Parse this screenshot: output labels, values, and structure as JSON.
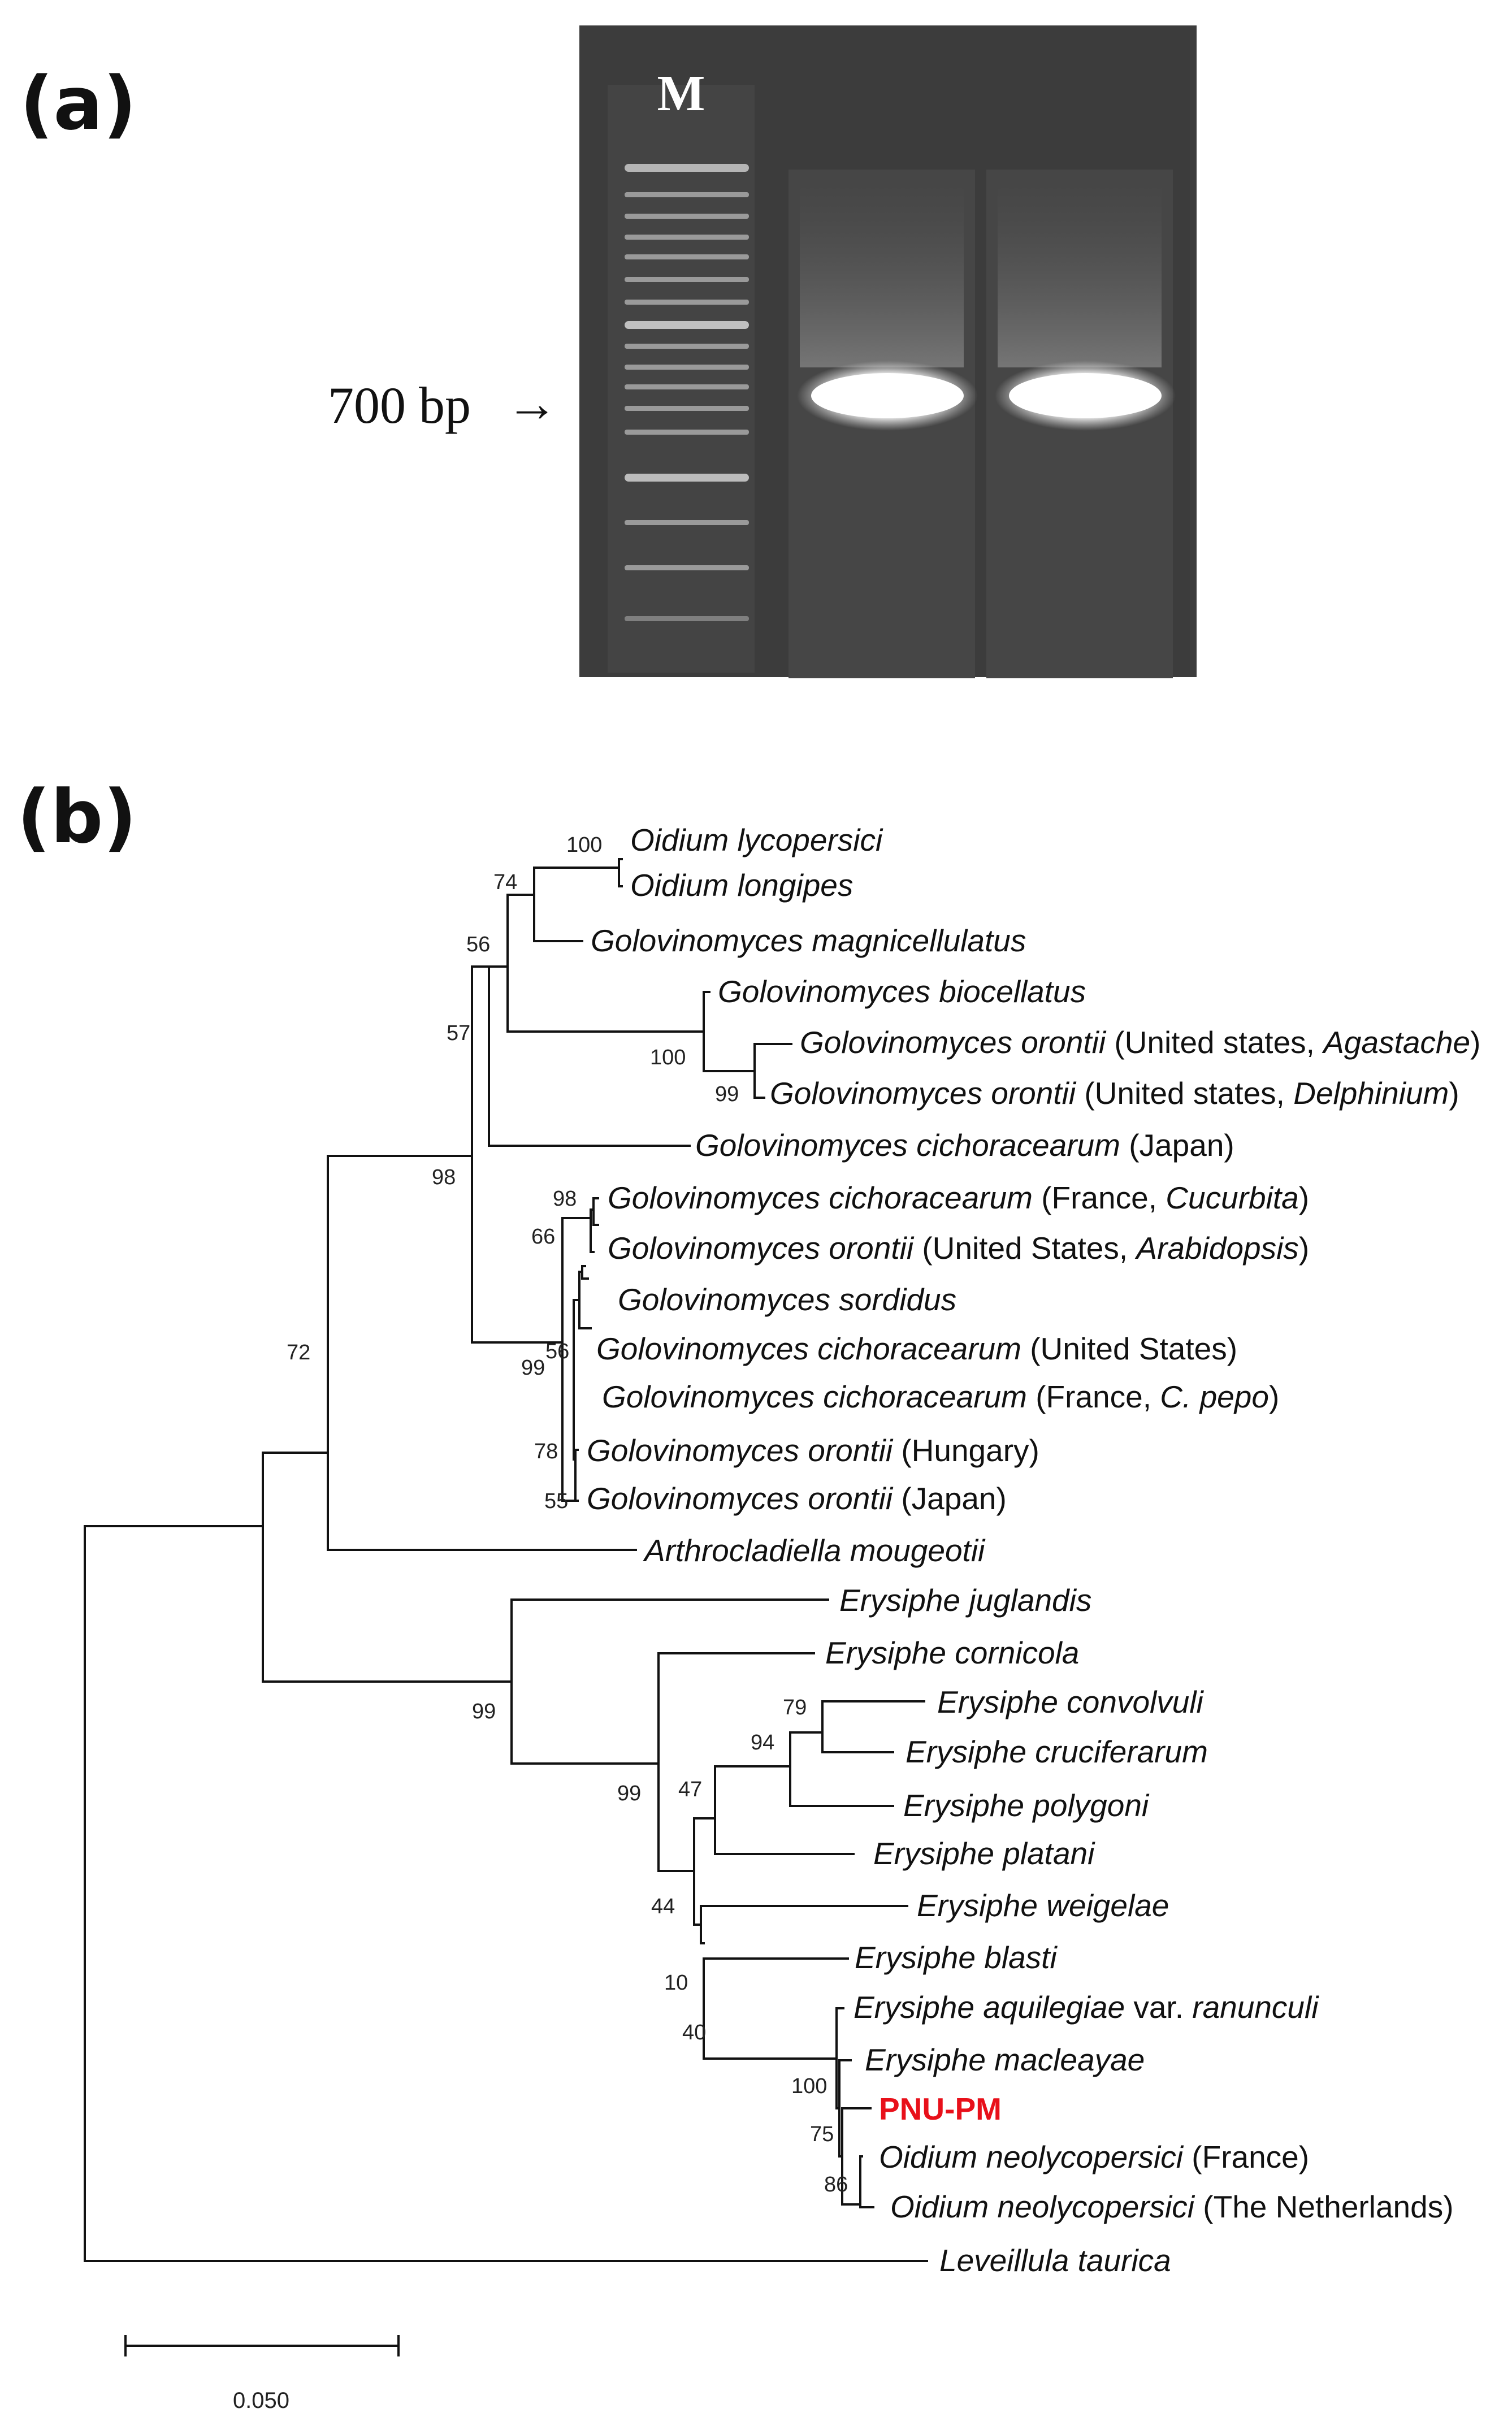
{
  "panel_a": {
    "label": "(a)",
    "marker_lane_label": "M",
    "size_marker_label": "700 bp",
    "arrow_glyph": "→"
  },
  "panel_b": {
    "label": "(b)",
    "scale_label": "0.050",
    "highlight_color": "#e8101a",
    "taxa": [
      {
        "id": "t1",
        "parts": [
          {
            "text": "Oidium lycopersici",
            "italic": true
          }
        ]
      },
      {
        "id": "t2",
        "parts": [
          {
            "text": "Oidium longipes",
            "italic": true
          }
        ]
      },
      {
        "id": "t3",
        "parts": [
          {
            "text": "Golovinomyces magnicellulatus",
            "italic": true
          }
        ]
      },
      {
        "id": "t4",
        "parts": [
          {
            "text": "Golovinomyces biocellatus",
            "italic": true
          }
        ]
      },
      {
        "id": "t5",
        "parts": [
          {
            "text": "Golovinomyces orontii",
            "italic": true
          },
          {
            "text": " (United states, ",
            "italic": false
          },
          {
            "text": "Agastache",
            "italic": true
          },
          {
            "text": ")",
            "italic": false
          }
        ]
      },
      {
        "id": "t6",
        "parts": [
          {
            "text": "Golovinomyces orontii",
            "italic": true
          },
          {
            "text": " (United states, ",
            "italic": false
          },
          {
            "text": "Delphinium",
            "italic": true
          },
          {
            "text": ")",
            "italic": false
          }
        ]
      },
      {
        "id": "t7",
        "parts": [
          {
            "text": "Golovinomyces cichoracearum",
            "italic": true
          },
          {
            "text": " (Japan)",
            "italic": false
          }
        ]
      },
      {
        "id": "t8",
        "parts": [
          {
            "text": "Golovinomyces cichoracearum",
            "italic": true
          },
          {
            "text": " (France, ",
            "italic": false
          },
          {
            "text": "Cucurbita",
            "italic": true
          },
          {
            "text": ")",
            "italic": false
          }
        ]
      },
      {
        "id": "t9",
        "parts": [
          {
            "text": "Golovinomyces orontii",
            "italic": true
          },
          {
            "text": " (United States, ",
            "italic": false
          },
          {
            "text": "Arabidopsis",
            "italic": true
          },
          {
            "text": ")",
            "italic": false
          }
        ]
      },
      {
        "id": "t10",
        "parts": [
          {
            "text": "Golovinomyces sordidus",
            "italic": true
          }
        ]
      },
      {
        "id": "t11",
        "parts": [
          {
            "text": "Golovinomyces cichoracearum",
            "italic": true
          },
          {
            "text": " (United States)",
            "italic": false
          }
        ]
      },
      {
        "id": "t12",
        "parts": [
          {
            "text": "Golovinomyces cichoracearum",
            "italic": true
          },
          {
            "text": " (France, ",
            "italic": false
          },
          {
            "text": "C. pepo",
            "italic": true
          },
          {
            "text": ")",
            "italic": false
          }
        ]
      },
      {
        "id": "t13",
        "parts": [
          {
            "text": "Golovinomyces orontii",
            "italic": true
          },
          {
            "text": " (Hungary)",
            "italic": false
          }
        ]
      },
      {
        "id": "t14",
        "parts": [
          {
            "text": "Golovinomyces orontii",
            "italic": true
          },
          {
            "text": " (Japan)",
            "italic": false
          }
        ]
      },
      {
        "id": "t15",
        "parts": [
          {
            "text": "Arthrocladiella mougeotii",
            "italic": true
          }
        ]
      },
      {
        "id": "t16",
        "parts": [
          {
            "text": "Erysiphe juglandis",
            "italic": true
          }
        ]
      },
      {
        "id": "t17",
        "parts": [
          {
            "text": "Erysiphe cornicola",
            "italic": true
          }
        ]
      },
      {
        "id": "t18",
        "parts": [
          {
            "text": "Erysiphe convolvuli",
            "italic": true
          }
        ]
      },
      {
        "id": "t19",
        "parts": [
          {
            "text": "Erysiphe cruciferarum",
            "italic": true
          }
        ]
      },
      {
        "id": "t20",
        "parts": [
          {
            "text": "Erysiphe polygoni",
            "italic": true
          }
        ]
      },
      {
        "id": "t21",
        "parts": [
          {
            "text": "Erysiphe platani",
            "italic": true
          }
        ]
      },
      {
        "id": "t22",
        "parts": [
          {
            "text": "Erysiphe weigelae",
            "italic": true
          }
        ]
      },
      {
        "id": "t23",
        "parts": [
          {
            "text": "Erysiphe blasti",
            "italic": true
          }
        ]
      },
      {
        "id": "t24",
        "parts": [
          {
            "text": "Erysiphe aquilegiae",
            "italic": true
          },
          {
            "text": " var. ",
            "italic": false
          },
          {
            "text": "ranunculi",
            "italic": true
          }
        ]
      },
      {
        "id": "t25",
        "parts": [
          {
            "text": "Erysiphe macleayae",
            "italic": true
          }
        ]
      },
      {
        "id": "t26",
        "highlight": true,
        "parts": [
          {
            "text": "PNU-PM",
            "italic": false
          }
        ]
      },
      {
        "id": "t27",
        "parts": [
          {
            "text": "Oidium neolycopersici",
            "italic": true
          },
          {
            "text": " (France)",
            "italic": false
          }
        ]
      },
      {
        "id": "t28",
        "parts": [
          {
            "text": "Oidium neolycopersici",
            "italic": true
          },
          {
            "text": " (The Netherlands)",
            "italic": false
          }
        ]
      },
      {
        "id": "t29",
        "parts": [
          {
            "text": "Leveillula taurica",
            "italic": true
          }
        ]
      }
    ],
    "bootstrap": [
      {
        "id": "b1",
        "value": "100"
      },
      {
        "id": "b2",
        "value": "74"
      },
      {
        "id": "b3",
        "value": "56"
      },
      {
        "id": "b4",
        "value": "57"
      },
      {
        "id": "b5",
        "value": "100"
      },
      {
        "id": "b6",
        "value": "99"
      },
      {
        "id": "b7",
        "value": "98"
      },
      {
        "id": "b8",
        "value": "98"
      },
      {
        "id": "b9",
        "value": "66"
      },
      {
        "id": "b10",
        "value": "56"
      },
      {
        "id": "b11",
        "value": "99"
      },
      {
        "id": "b12",
        "value": "78"
      },
      {
        "id": "b13",
        "value": "55"
      },
      {
        "id": "b14",
        "value": "72"
      },
      {
        "id": "b15",
        "value": "99"
      },
      {
        "id": "b16",
        "value": "79"
      },
      {
        "id": "b17",
        "value": "94"
      },
      {
        "id": "b18",
        "value": "99"
      },
      {
        "id": "b19",
        "value": "47"
      },
      {
        "id": "b20",
        "value": "44"
      },
      {
        "id": "b21",
        "value": "10"
      },
      {
        "id": "b22",
        "value": "40"
      },
      {
        "id": "b23",
        "value": "100"
      },
      {
        "id": "b24",
        "value": "75"
      },
      {
        "id": "b25",
        "value": "86"
      }
    ]
  }
}
